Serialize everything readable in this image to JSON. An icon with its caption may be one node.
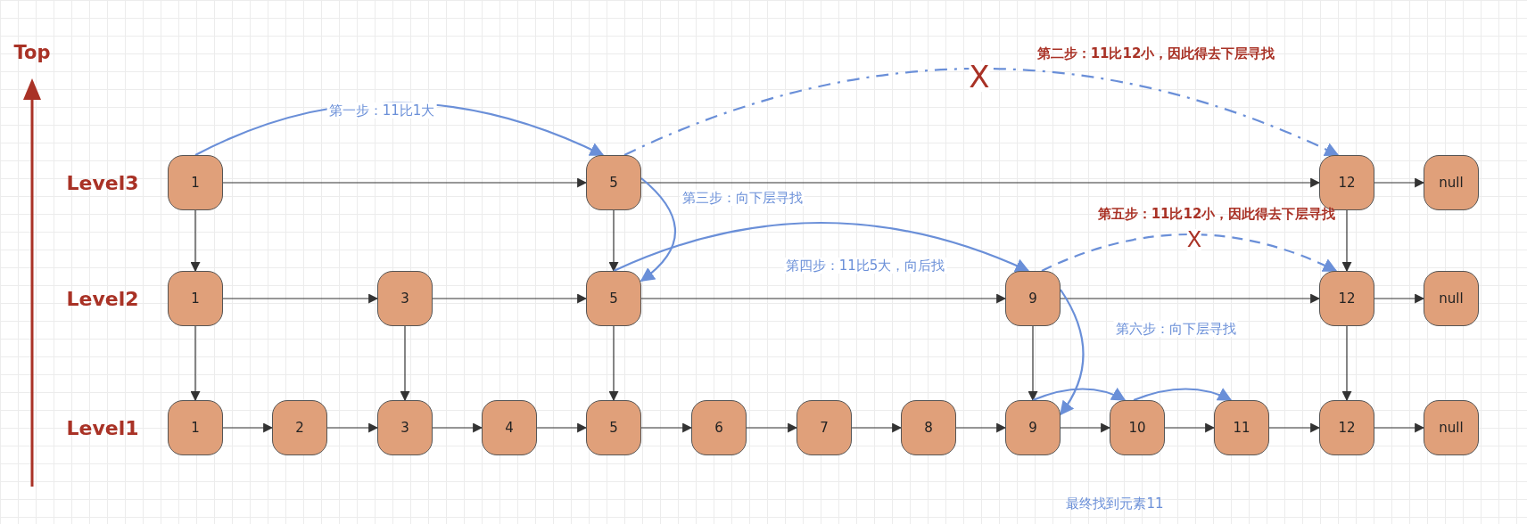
{
  "diagram": {
    "nodes": [
      {
        "text": [
          "1"
        ]
      },
      {
        "text": [
          "5"
        ]
      },
      {
        "text": [
          "12"
        ]
      },
      {
        "text": [
          "null"
        ]
      },
      {
        "text": [
          "1"
        ]
      },
      {
        "text": [
          "3"
        ]
      },
      {
        "text": [
          "5"
        ]
      },
      {
        "text": [
          "9"
        ]
      },
      {
        "text": [
          "12"
        ]
      },
      {
        "text": [
          "null"
        ]
      },
      {
        "text": [
          "1"
        ]
      },
      {
        "text": [
          "2"
        ]
      },
      {
        "text": [
          "3"
        ]
      },
      {
        "text": [
          "4"
        ]
      },
      {
        "text": [
          "5"
        ]
      },
      {
        "text": [
          "6"
        ]
      },
      {
        "text": [
          "7"
        ]
      },
      {
        "text": [
          "8"
        ]
      },
      {
        "text": [
          "9"
        ]
      },
      {
        "text": [
          "10"
        ]
      },
      {
        "text": [
          "11"
        ]
      },
      {
        "text": [
          "12"
        ]
      },
      {
        "text": [
          "null"
        ]
      }
    ],
    "edges": [
      {
        "from": 0,
        "to": 1,
        "arrow": "to"
      },
      {
        "from": 1,
        "to": 2,
        "arrow": "to"
      },
      {
        "from": 2,
        "to": 3,
        "arrow": "to"
      },
      {
        "from": 4,
        "to": 5,
        "arrow": "to"
      },
      {
        "from": 5,
        "to": 6,
        "arrow": "to"
      },
      {
        "from": 6,
        "to": 7,
        "arrow": "to"
      },
      {
        "from": 7,
        "to": 8,
        "arrow": "to"
      },
      {
        "from": 8,
        "to": 9,
        "arrow": "to"
      },
      {
        "from": 10,
        "to": 11,
        "arrow": "to"
      },
      {
        "from": 11,
        "to": 12,
        "arrow": "to"
      },
      {
        "from": 12,
        "to": 13,
        "arrow": "to"
      },
      {
        "from": 13,
        "to": 14,
        "arrow": "to"
      },
      {
        "from": 14,
        "to": 15,
        "arrow": "to"
      },
      {
        "from": 15,
        "to": 16,
        "arrow": "to"
      },
      {
        "from": 16,
        "to": 17,
        "arrow": "to"
      },
      {
        "from": 17,
        "to": 18,
        "arrow": "to"
      },
      {
        "from": 18,
        "to": 19,
        "arrow": "to"
      },
      {
        "from": 19,
        "to": 20,
        "arrow": "to"
      },
      {
        "from": 20,
        "to": 21,
        "arrow": "to"
      },
      {
        "from": 21,
        "to": 22,
        "arrow": "to"
      },
      {
        "from": 0,
        "to": 4,
        "arrow": "to"
      },
      {
        "from": 1,
        "to": 6,
        "arrow": "to"
      },
      {
        "from": 2,
        "to": 8,
        "arrow": "to"
      },
      {
        "from": 4,
        "to": 10,
        "arrow": "to"
      },
      {
        "from": 5,
        "to": 12,
        "arrow": "to"
      },
      {
        "from": 6,
        "to": 14,
        "arrow": "to"
      },
      {
        "from": 7,
        "to": 18,
        "arrow": "to"
      },
      {
        "from": 8,
        "to": 21,
        "arrow": "to"
      },
      {
        "from": 0,
        "to": 1,
        "arrow": "to",
        "label": "第一步：11比1大",
        "color": "#6a8fd8"
      },
      {
        "from": 1,
        "to": 2,
        "arrow": "to",
        "label": "第二步：11比12小，因此得去下层寻找",
        "style": "dashed",
        "color": "#6a8fd8"
      },
      {
        "from": 1,
        "to": 6,
        "arrow": "to",
        "label": "第三步：向下层寻找",
        "color": "#6a8fd8"
      },
      {
        "from": 6,
        "to": 7,
        "arrow": "to",
        "label": "第四步：11比5大，向后找",
        "color": "#6a8fd8"
      },
      {
        "from": 7,
        "to": 8,
        "arrow": "to",
        "label": "第五步：11比12小，因此得去下层寻找",
        "style": "dashed",
        "color": "#6a8fd8"
      },
      {
        "from": 7,
        "to": 18,
        "arrow": "to",
        "label": "第六步：向下层寻找",
        "color": "#6a8fd8"
      },
      {
        "from": 18,
        "to": 19,
        "arrow": "to",
        "color": "#6a8fd8"
      },
      {
        "from": 19,
        "to": 20,
        "arrow": "to",
        "color": "#6a8fd8"
      }
    ],
    "labels": [
      "Top",
      "X",
      "Level3",
      "X",
      "Level2",
      "Level1",
      "最终找到元素11"
    ]
  }
}
